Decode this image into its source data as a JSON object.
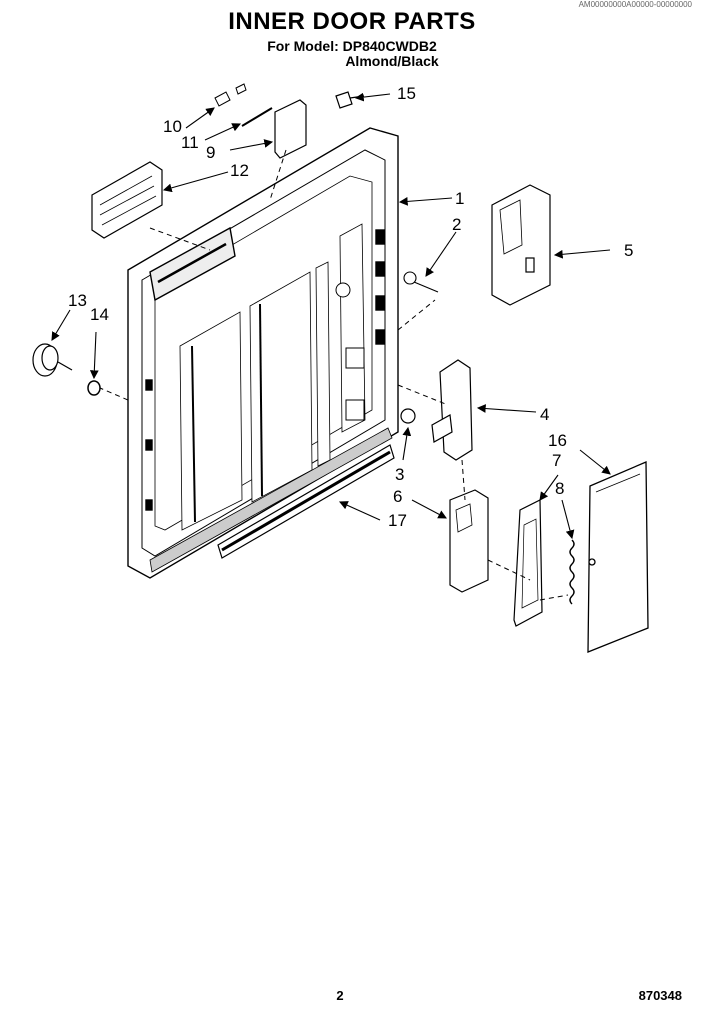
{
  "header": {
    "title": "INNER DOOR PARTS",
    "model_line": "For Model: DP840CWDB2",
    "color_line": "Almond/Black",
    "top_ref": "AM00000000A00000-00000000"
  },
  "callouts": [
    {
      "id": "1",
      "text": "1"
    },
    {
      "id": "2",
      "text": "2"
    },
    {
      "id": "3",
      "text": "3"
    },
    {
      "id": "4",
      "text": "4"
    },
    {
      "id": "5",
      "text": "5"
    },
    {
      "id": "6",
      "text": "6"
    },
    {
      "id": "7",
      "text": "7"
    },
    {
      "id": "8",
      "text": "8"
    },
    {
      "id": "9",
      "text": "9"
    },
    {
      "id": "10",
      "text": "10"
    },
    {
      "id": "11",
      "text": "11"
    },
    {
      "id": "12",
      "text": "12"
    },
    {
      "id": "13",
      "text": "13"
    },
    {
      "id": "14",
      "text": "14"
    },
    {
      "id": "15",
      "text": "15"
    },
    {
      "id": "16",
      "text": "16"
    },
    {
      "id": "17",
      "text": "17"
    }
  ],
  "footer": {
    "page_number": "2",
    "part_code": "870348"
  }
}
